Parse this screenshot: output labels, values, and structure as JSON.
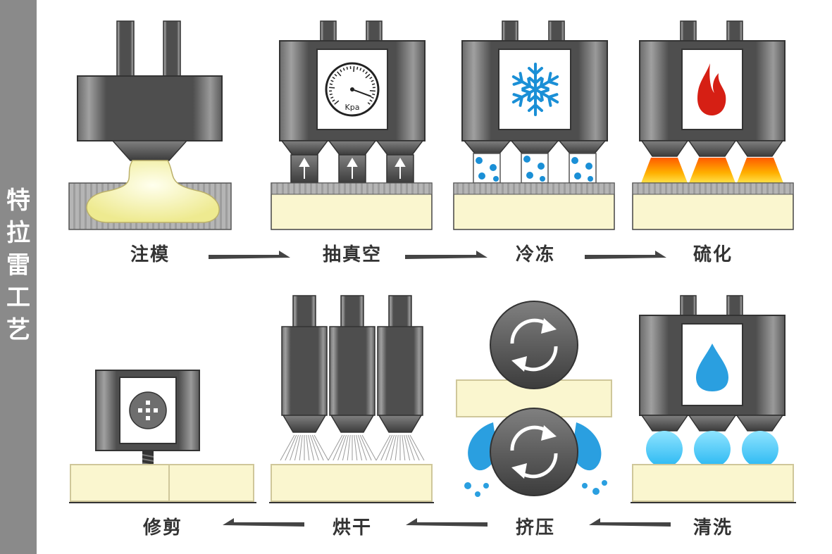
{
  "sidebar": {
    "title_chars": [
      "特",
      "拉",
      "雷",
      "工",
      "艺"
    ]
  },
  "steps": [
    {
      "id": "inject",
      "label": "注模"
    },
    {
      "id": "vacuum",
      "label": "抽真空",
      "gauge_unit": "Kpa"
    },
    {
      "id": "freeze",
      "label": "冷冻"
    },
    {
      "id": "vulcanize",
      "label": "硫化"
    },
    {
      "id": "wash",
      "label": "清洗"
    },
    {
      "id": "squeeze",
      "label": "挤压"
    },
    {
      "id": "dry",
      "label": "烘干"
    },
    {
      "id": "trim",
      "label": "修剪"
    }
  ],
  "flow": [
    "注模",
    "抽真空",
    "冷冻",
    "硫化",
    "清洗",
    "挤压",
    "烘干",
    "修剪"
  ],
  "colors": {
    "sidebar": "#8a8a8a",
    "machine_dark": "#4a4a4a",
    "machine_light": "#8c8c8c",
    "latex": "#faf6cf",
    "latex_border": "#cfc79a",
    "water": "#2a9fe0",
    "flame": "#d61f14",
    "heat_glow": "#ff8a00",
    "arrow": "#444444"
  },
  "icons": {
    "inject": "injection-nozzle-icon",
    "vacuum": "pressure-gauge-icon",
    "freeze": "snowflake-icon",
    "vulcanize": "flame-icon",
    "wash": "water-drop-icon",
    "squeeze": "rotating-roller-icon",
    "dry": "dryer-nozzle-icon",
    "trim": "trimming-blade-icon"
  }
}
